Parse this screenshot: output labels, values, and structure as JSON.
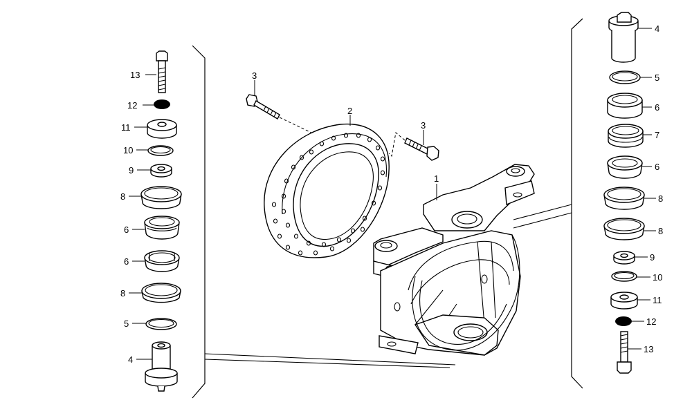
{
  "callouts": {
    "c1": "1",
    "c2": "2",
    "c3a": "3",
    "c3b": "3",
    "l13": "13",
    "l12": "12",
    "l11": "11",
    "l10": "10",
    "l9": "9",
    "l8a": "8",
    "l6a": "6",
    "l6b": "6",
    "l8b": "8",
    "l5": "5",
    "l4": "4",
    "r4": "4",
    "r5": "5",
    "r6a": "6",
    "r7": "7",
    "r6b": "6",
    "r8a": "8",
    "r8b": "8",
    "r9": "9",
    "r10": "10",
    "r11": "11",
    "r12": "12",
    "r13": "13"
  }
}
